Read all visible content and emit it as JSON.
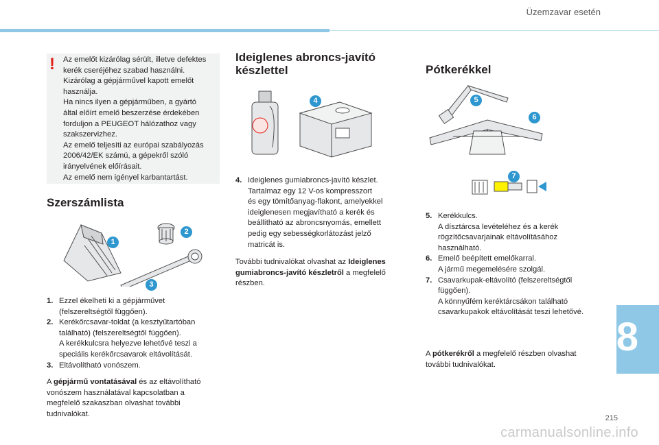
{
  "header": {
    "title": "Üzemzavar esetén"
  },
  "chapter": {
    "number": "8"
  },
  "footer": {
    "page_number": "215",
    "watermark": "carmanualsonline.info"
  },
  "warning": {
    "mark": "!",
    "lines": [
      "Az emelőt kizárólag sérült, illetve defektes",
      "kerék cseréjéhez szabad használni.",
      "Kizárólag a gépjárművel kapott emelőt",
      "használja.",
      "Ha nincs ilyen a gépjárműben, a gyártó",
      "által előírt emelő beszerzése érdekében",
      "forduljon a PEUGEOT hálózathoz vagy",
      "szakszervizhez.",
      "Az emelő teljesíti az európai szabályozás",
      "2006/42/EK számú, a gépekről szóló",
      "irányelvének előírásait.",
      "Az emelő nem igényel karbantartást."
    ]
  },
  "tools": {
    "heading": "Szerszámlista",
    "callouts": [
      "1",
      "2",
      "3"
    ],
    "items": [
      {
        "n": "1.",
        "lines": [
          "Ezzel ékelheti ki a gépjárművet",
          "(felszereltségtől függően)."
        ]
      },
      {
        "n": "2.",
        "lines": [
          "Kerékőrcsavar-toldat (a kesztyűtartóban",
          "található) (felszereltségtől függően).",
          "A kerékkulcsra helyezve lehetővé teszi a",
          "speciális kerékőrcsavarok eltávolítását."
        ]
      },
      {
        "n": "3.",
        "lines": [
          "Eltávolítható vonószem."
        ]
      }
    ],
    "para_pre": "A ",
    "para_bold": "gépjármű vontatásával",
    "para_post_lines": [
      " és az eltávolítható",
      "vonószem használatával kapcsolatban a",
      "megfelelő szakaszban olvashat további",
      "tudnivalókat."
    ]
  },
  "kit": {
    "heading_lines": [
      "Ideiglenes abroncs-javító",
      "készlettel"
    ],
    "callout": "4",
    "item": {
      "n": "4.",
      "lines": [
        "Ideiglenes gumiabroncs-javító készlet.",
        "Tartalmaz egy 12 V-os kompresszort",
        "és egy tömítőanyag-flakont, amelyekkel",
        "ideiglenesen megjavítható a kerék és",
        "beállítható az abroncsnyomás, emellett",
        "pedig egy sebességkorlátozást jelző",
        "matricát is."
      ]
    },
    "para_pre": "További tudnivalókat olvashat az ",
    "para_bold1": "Ideiglenes",
    "para_bold2": "gumiabroncs-javító készletről",
    "para_post": " a megfelelő",
    "para_last": "részben."
  },
  "spare": {
    "heading": "Pótkerékkel",
    "callouts": [
      "5",
      "6",
      "7"
    ],
    "items": [
      {
        "n": "5.",
        "lines": [
          "Kerékkulcs.",
          "A dísztárcsa levételéhez és a kerék",
          "rögzítőcsavarjainak eltávolításához",
          "használható."
        ]
      },
      {
        "n": "6.",
        "lines": [
          "Emelő beépített emelőkarral.",
          "A jármű megemelésére szolgál."
        ]
      },
      {
        "n": "7.",
        "lines": [
          "Csavarkupak-eltávolító (felszereltségtől",
          "függően).",
          "A könnyűfém keréktárcsákon található",
          "csavarkupakok eltávolítását teszi lehetővé."
        ]
      }
    ],
    "para_pre": "A ",
    "para_bold": "pótkerékről",
    "para_post": " a megfelelő részben olvashat",
    "para_last": "további tudnivalókat."
  },
  "colors": {
    "accent": "#8ec8e6",
    "callout": "#2e97cf",
    "warning": "#e32119",
    "box": "#f1f2f2"
  }
}
